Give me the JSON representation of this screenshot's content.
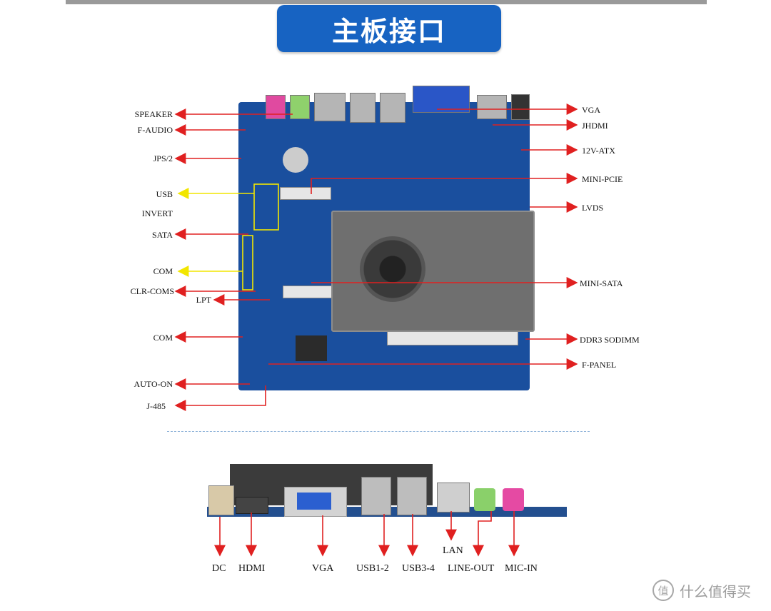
{
  "title": "主板接口",
  "top_labels_left": [
    "SPEAKER",
    "F-AUDIO",
    "JPS/2",
    "USB",
    "INVERT",
    "SATA",
    "COM",
    "CLR-COMS",
    "LPT",
    "COM",
    "AUTO-ON",
    "J-485"
  ],
  "top_labels_right": [
    "VGA",
    "JHDMI",
    "12V-ATX",
    "MINI-PCIE",
    "LVDS",
    "MINI-SATA",
    "DDR3 SODIMM",
    "F-PANEL"
  ],
  "bottom_labels": {
    "dc": "DC",
    "hdmi": "HDMI",
    "vga": "VGA",
    "usb12": "USB1-2",
    "usb34": "USB3-4",
    "lan": "LAN",
    "line_out": "LINE-OUT",
    "mic_in": "MIC-IN"
  },
  "watermark": {
    "icon": "值",
    "text": "什么值得买"
  },
  "colors": {
    "title_bg": "#1763c2",
    "board": "#1a4f9e",
    "arrow_red": "#e02020",
    "arrow_yellow": "#f2e600"
  }
}
